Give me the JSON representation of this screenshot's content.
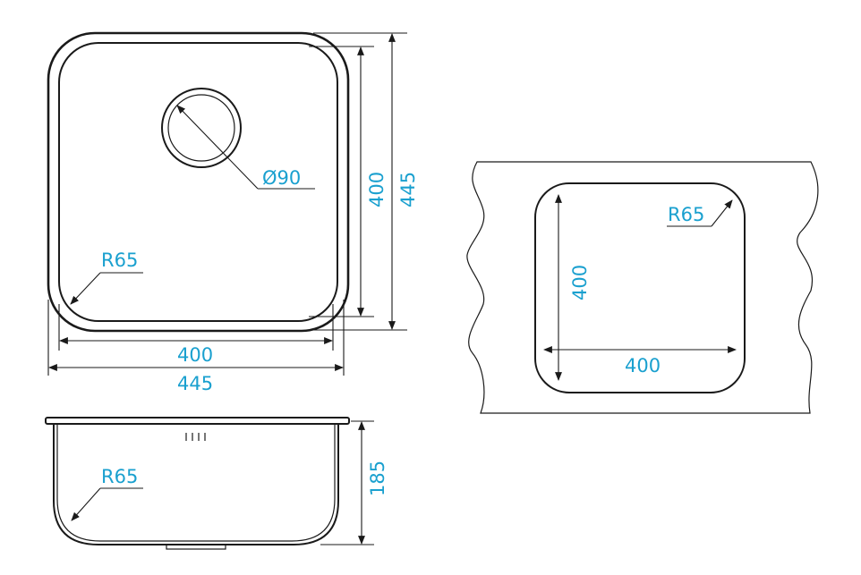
{
  "top_view": {
    "inner_height": "400",
    "outer_height": "445",
    "inner_width": "400",
    "outer_width": "445",
    "drain_diameter": "Ø90",
    "corner_radius": "R65"
  },
  "side_view": {
    "depth": "185",
    "corner_radius": "R65"
  },
  "cutout_view": {
    "width": "400",
    "height": "400",
    "corner_radius": "R65"
  }
}
